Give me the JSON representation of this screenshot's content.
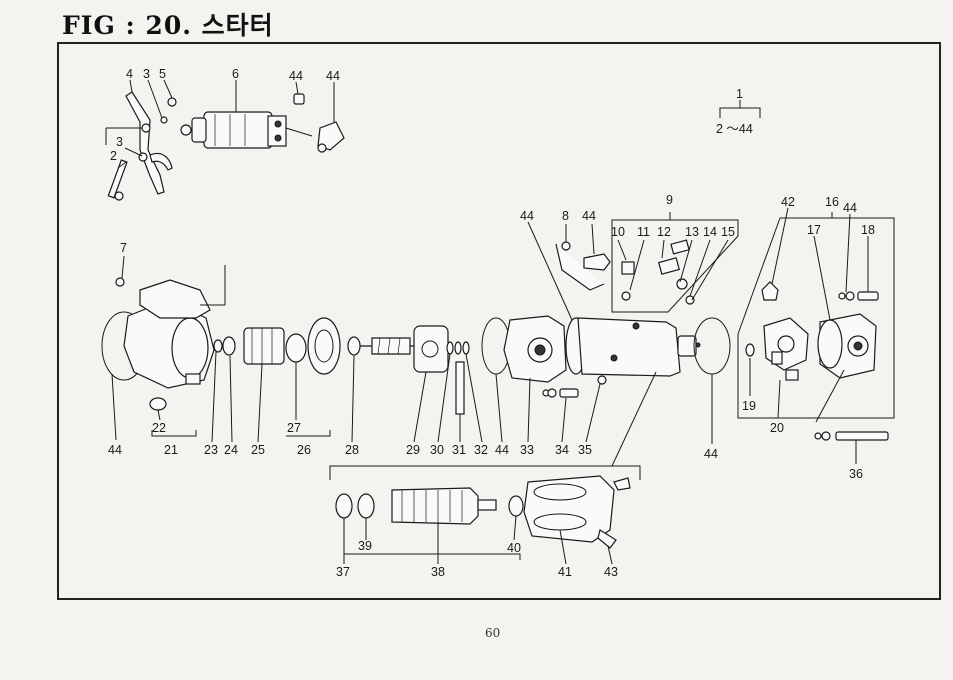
{
  "title": "FIG : 20. 스타터",
  "page_number": "60",
  "assembly_note": {
    "top": "1",
    "range": "2 ～44"
  },
  "labels": [
    {
      "id": "4a",
      "text": "4"
    },
    {
      "id": "3a",
      "text": "3"
    },
    {
      "id": "5",
      "text": "5"
    },
    {
      "id": "6",
      "text": "6"
    },
    {
      "id": "44a",
      "text": "44"
    },
    {
      "id": "44b",
      "text": "44"
    },
    {
      "id": "3b",
      "text": "3"
    },
    {
      "id": "2",
      "text": "2"
    },
    {
      "id": "7",
      "text": "7"
    },
    {
      "id": "44c",
      "text": "44"
    },
    {
      "id": "8",
      "text": "8"
    },
    {
      "id": "44d",
      "text": "44"
    },
    {
      "id": "9",
      "text": "9"
    },
    {
      "id": "10",
      "text": "10"
    },
    {
      "id": "11",
      "text": "11"
    },
    {
      "id": "12",
      "text": "12"
    },
    {
      "id": "13",
      "text": "13"
    },
    {
      "id": "14",
      "text": "14"
    },
    {
      "id": "15",
      "text": "15"
    },
    {
      "id": "42",
      "text": "42"
    },
    {
      "id": "16",
      "text": "16"
    },
    {
      "id": "44e",
      "text": "44"
    },
    {
      "id": "17",
      "text": "17"
    },
    {
      "id": "18",
      "text": "18"
    },
    {
      "id": "19",
      "text": "19"
    },
    {
      "id": "20",
      "text": "20"
    },
    {
      "id": "36",
      "text": "36"
    },
    {
      "id": "44f",
      "text": "44"
    },
    {
      "id": "22",
      "text": "22"
    },
    {
      "id": "21",
      "text": "21"
    },
    {
      "id": "23",
      "text": "23"
    },
    {
      "id": "24",
      "text": "24"
    },
    {
      "id": "25",
      "text": "25"
    },
    {
      "id": "27",
      "text": "27"
    },
    {
      "id": "26",
      "text": "26"
    },
    {
      "id": "28",
      "text": "28"
    },
    {
      "id": "29",
      "text": "29"
    },
    {
      "id": "30",
      "text": "30"
    },
    {
      "id": "31",
      "text": "31"
    },
    {
      "id": "32",
      "text": "32"
    },
    {
      "id": "44g",
      "text": "44"
    },
    {
      "id": "33",
      "text": "33"
    },
    {
      "id": "34",
      "text": "34"
    },
    {
      "id": "35",
      "text": "35"
    },
    {
      "id": "44h",
      "text": "44"
    },
    {
      "id": "37",
      "text": "37"
    },
    {
      "id": "39",
      "text": "39"
    },
    {
      "id": "38",
      "text": "38"
    },
    {
      "id": "40",
      "text": "40"
    },
    {
      "id": "41",
      "text": "41"
    },
    {
      "id": "43",
      "text": "43"
    }
  ]
}
